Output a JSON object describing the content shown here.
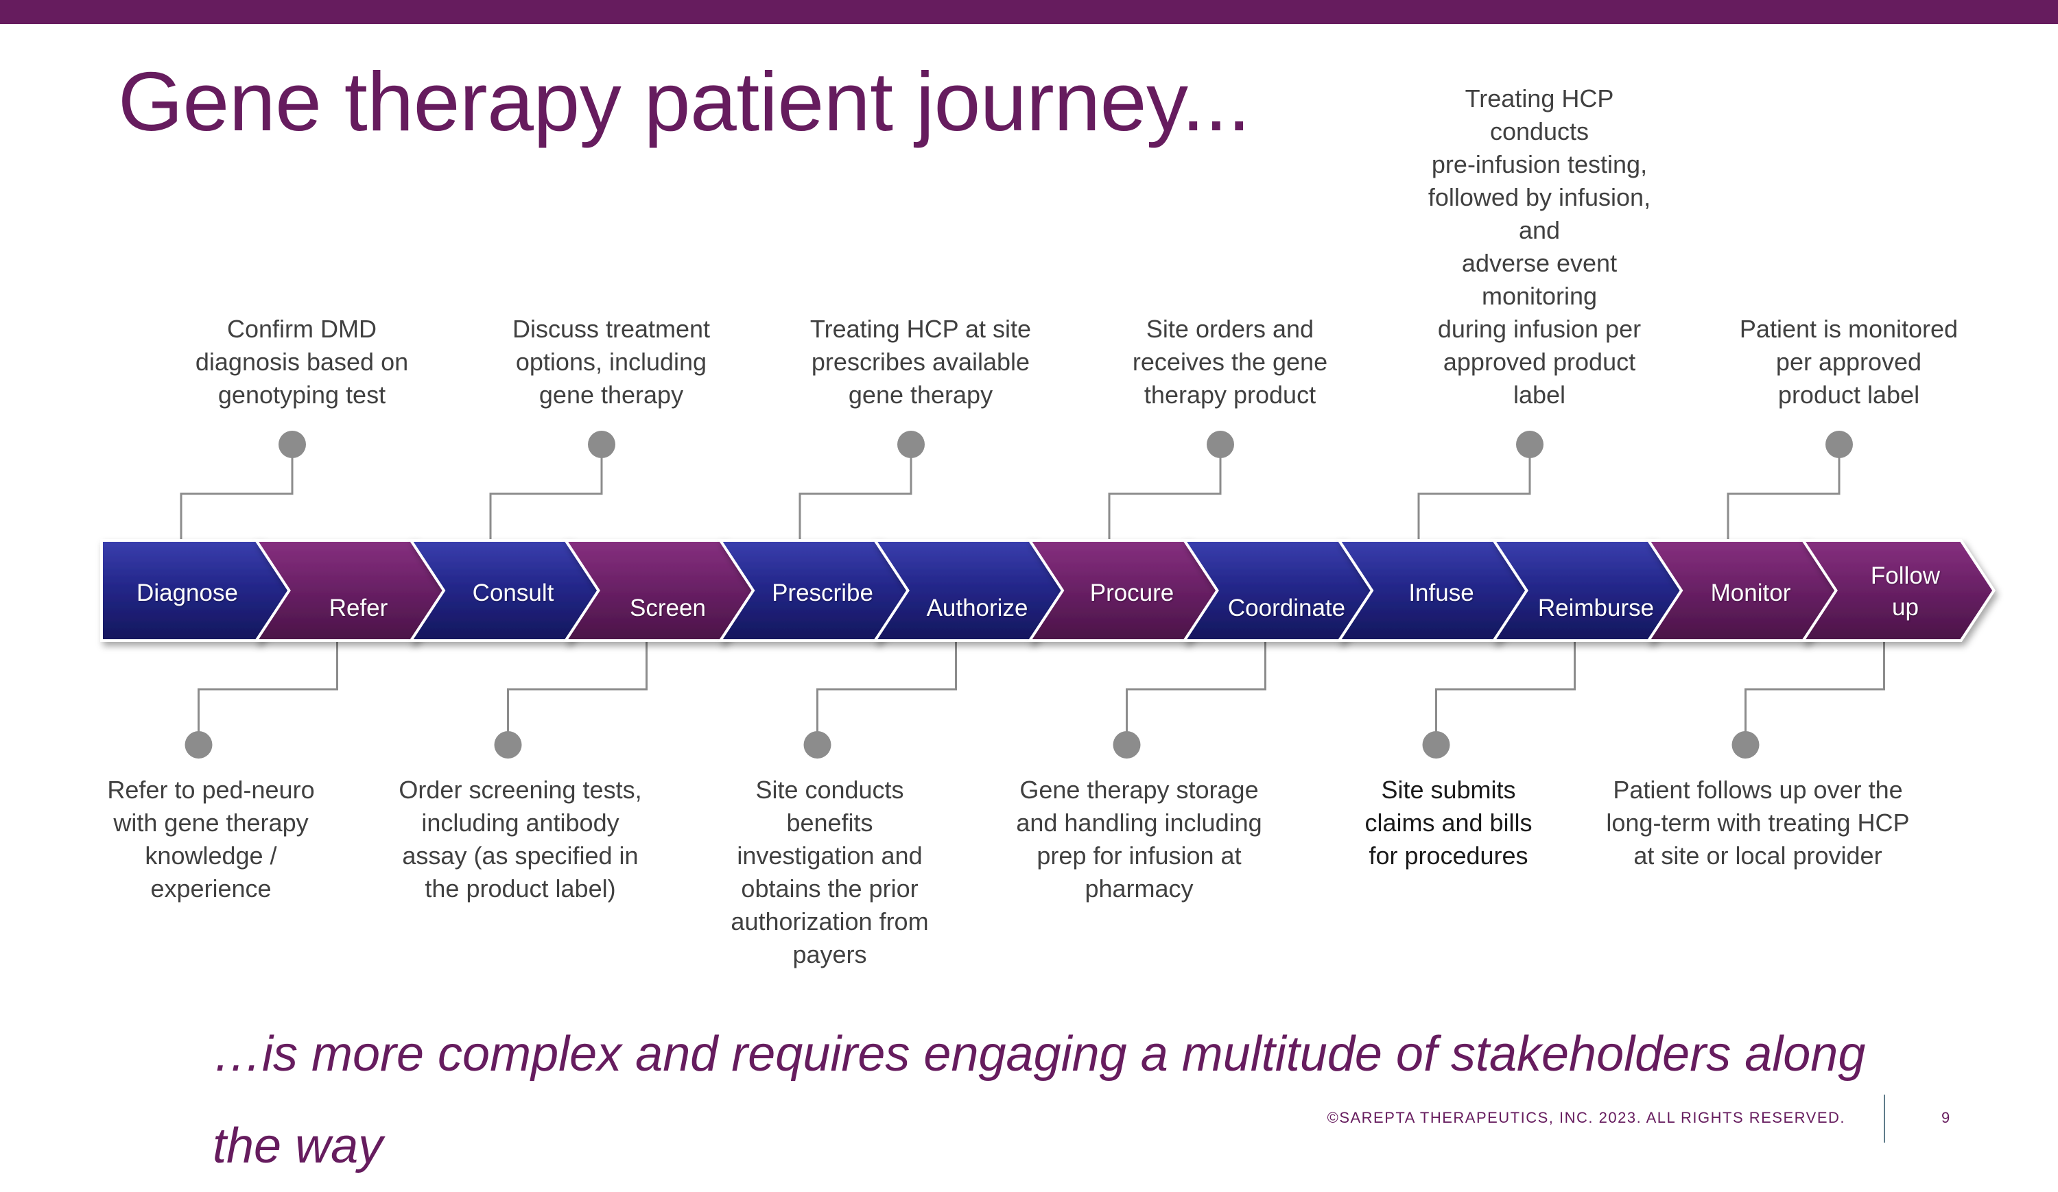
{
  "slide": {
    "title": "Gene therapy patient journey...",
    "tagline": "…is more complex and requires engaging a multitude of stakeholders along the way",
    "footer": "©SAREPTA THERAPEUTICS, INC. 2023.  ALL RIGHTS RESERVED.",
    "page_number": "9"
  },
  "colors": {
    "brand_purple": "#661c5e",
    "chevron_blue": "#24278a",
    "chevron_purple": "#6b2167",
    "connector": "#8c8c8c"
  },
  "steps": [
    {
      "label": "Diagnose",
      "color": "blue"
    },
    {
      "label": "Refer",
      "color": "purple"
    },
    {
      "label": "Consult",
      "color": "blue"
    },
    {
      "label": "Screen",
      "color": "purple"
    },
    {
      "label": "Prescribe",
      "color": "blue"
    },
    {
      "label": "Authorize",
      "color": "blue"
    },
    {
      "label": "Procure",
      "color": "purple"
    },
    {
      "label": "Coordinate",
      "color": "blue"
    },
    {
      "label": "Infuse",
      "color": "blue"
    },
    {
      "label": "Reimburse",
      "color": "blue"
    },
    {
      "label": "Monitor",
      "color": "purple"
    },
    {
      "label": "Follow\nup",
      "color": "purple"
    }
  ],
  "descriptions_top": [
    {
      "step": "Diagnose",
      "text": "Confirm DMD\ndiagnosis based on\ngenotyping test"
    },
    {
      "step": "Consult",
      "text": "Discuss treatment\noptions, including\ngene therapy"
    },
    {
      "step": "Prescribe",
      "text": "Treating HCP at site\nprescribes available\ngene therapy"
    },
    {
      "step": "Procure",
      "text": "Site orders and\nreceives the gene\ntherapy product"
    },
    {
      "step": "Infuse",
      "text": "Treating HCP conducts\npre-infusion testing,\nfollowed by infusion, and\nadverse event monitoring\nduring infusion per\napproved product label"
    },
    {
      "step": "Monitor",
      "text": "Patient is monitored\nper approved\nproduct label"
    }
  ],
  "descriptions_bottom": [
    {
      "step": "Refer",
      "text": "Refer to ped-neuro\nwith gene therapy\nknowledge /\nexperience"
    },
    {
      "step": "Screen",
      "text": "Order screening tests,\nincluding antibody\nassay (as specified in\nthe product label)"
    },
    {
      "step": "Authorize",
      "text": "Site conducts\nbenefits\ninvestigation and\nobtains the prior\nauthorization from\npayers"
    },
    {
      "step": "Coordinate",
      "text": "Gene therapy storage\nand handling including\nprep for infusion at\npharmacy"
    },
    {
      "step": "Reimburse",
      "text": "Site submits\nclaims and bills\nfor procedures"
    },
    {
      "step": "Follow\nup",
      "text": "Patient follows up over the\nlong-term with treating HCP\nat site or local provider"
    }
  ]
}
